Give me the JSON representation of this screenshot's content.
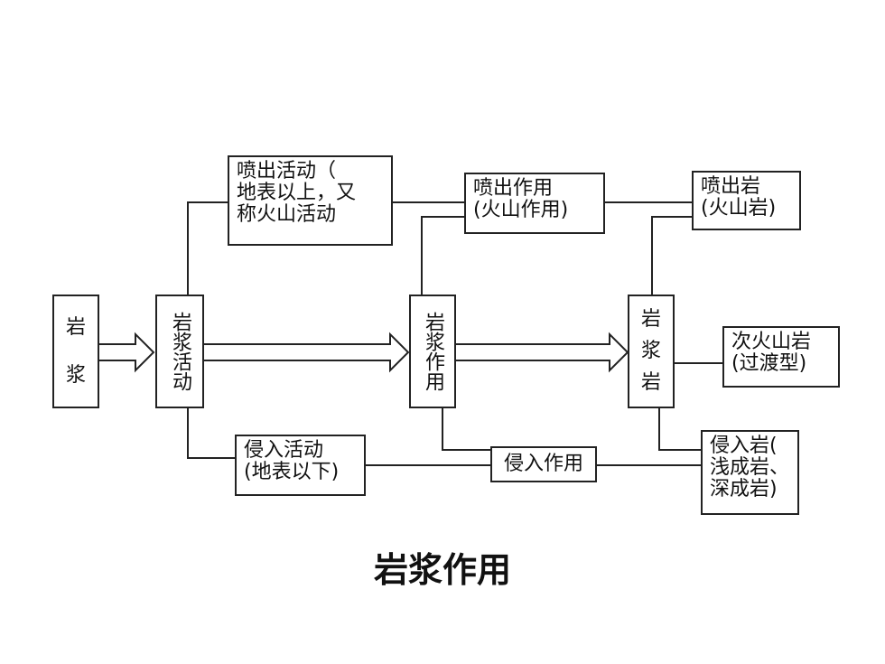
{
  "title": "岩浆作用",
  "nodes": {
    "magma": [
      "岩",
      "浆"
    ],
    "magma_activity": "岩浆活动",
    "eruptive_activity": [
      "喷出活动（",
      "地表以上，又",
      "称火山活动"
    ],
    "intrusive_activity": [
      "侵入活动",
      "(地表以下)"
    ],
    "magmatism": "岩浆作用",
    "eruptive_action": [
      "喷出作用",
      "(火山作用)"
    ],
    "intrusive_action": "侵入作用",
    "magma_rock": [
      "岩",
      "浆",
      "岩"
    ],
    "volcanic_rock": [
      "喷出岩",
      "(火山岩)"
    ],
    "subvolcanic_rock": [
      "次火山岩",
      "(过渡型)"
    ],
    "intrusive_rock": [
      "侵入岩(",
      "浅成岩、",
      "深成岩)"
    ]
  }
}
